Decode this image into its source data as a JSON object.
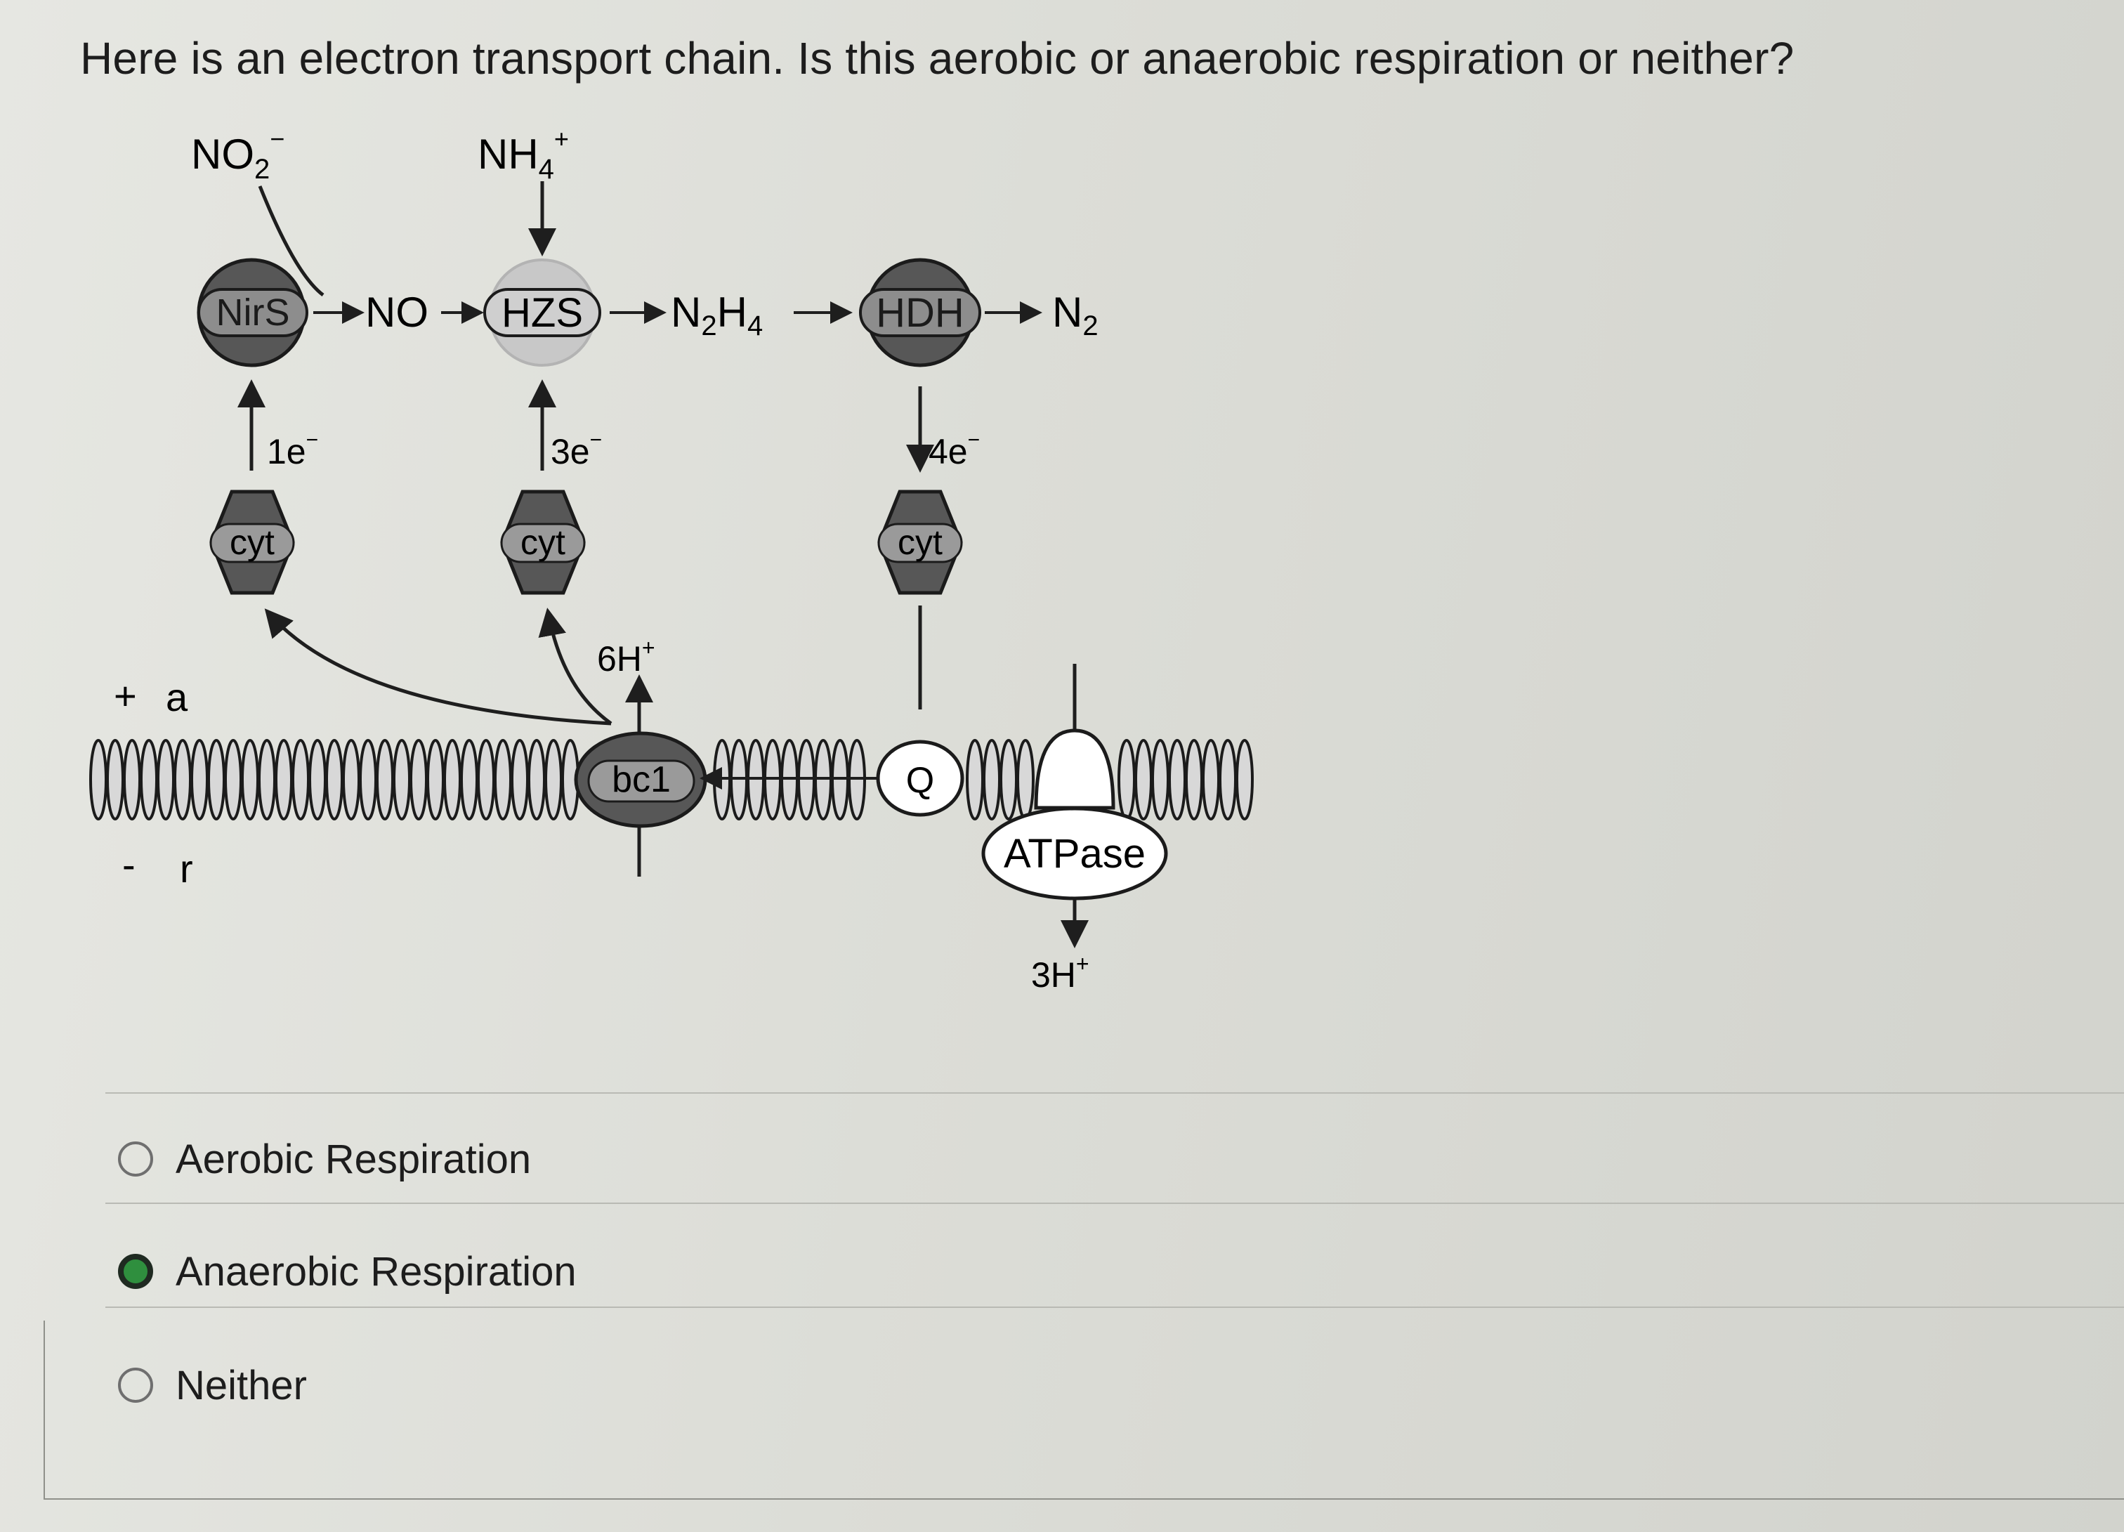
{
  "question": "Here is an electron transport chain. Is this aerobic or anaerobic respiration or neither?",
  "diagram": {
    "no2": "NO",
    "no2_sub": "2",
    "no2_sup": "−",
    "nh4": "NH",
    "nh4_sub": "4",
    "nh4_sup": "+",
    "nirs": "NirS",
    "no": "NO",
    "hzs": "HZS",
    "n2h4": "N",
    "n2h4_sub1": "2",
    "n2h4_mid": "H",
    "n2h4_sub2": "4",
    "hdh": "HDH",
    "n2": "N",
    "n2_sub": "2",
    "e1": "1e",
    "e3": "3e",
    "e4": "4e",
    "e_sup": "−",
    "cyt": "cyt",
    "h6": "6H",
    "h_sup": "+",
    "plus": "+",
    "a": "a",
    "minus": "-",
    "r": "r",
    "bc1": "bc1",
    "q": "Q",
    "atpase": "ATPase",
    "h3": "3H"
  },
  "options": [
    {
      "label": "Aerobic Respiration",
      "selected": false
    },
    {
      "label": "Anaerobic Respiration",
      "selected": true
    },
    {
      "label": "Neither",
      "selected": false
    }
  ],
  "colors": {
    "selected_radio": "#2f8f3e",
    "dark_protein": "#575757",
    "light_protein": "#c8c8c8"
  }
}
